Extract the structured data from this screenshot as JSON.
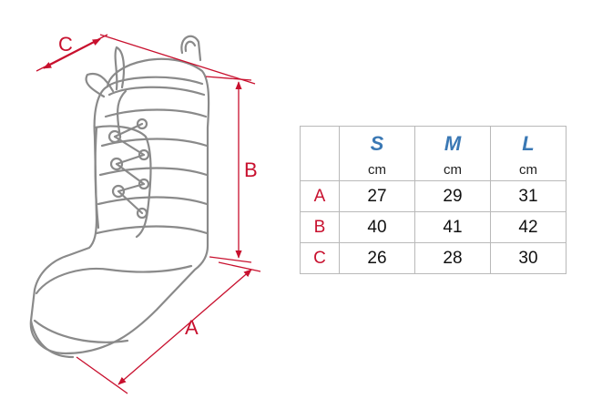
{
  "dimensions": {
    "a": "A",
    "b": "B",
    "c": "C"
  },
  "colors": {
    "accent": "#c8102e",
    "size_heading": "#3a78b4",
    "outline": "#8a8a8a",
    "grid": "#b9b9b9"
  },
  "table": {
    "columns": [
      {
        "size": "S",
        "unit": "cm"
      },
      {
        "size": "M",
        "unit": "cm"
      },
      {
        "size": "L",
        "unit": "cm"
      }
    ],
    "rows": [
      {
        "label": "A",
        "values": [
          "27",
          "29",
          "31"
        ]
      },
      {
        "label": "B",
        "values": [
          "40",
          "41",
          "42"
        ]
      },
      {
        "label": "C",
        "values": [
          "26",
          "28",
          "30"
        ]
      }
    ]
  }
}
